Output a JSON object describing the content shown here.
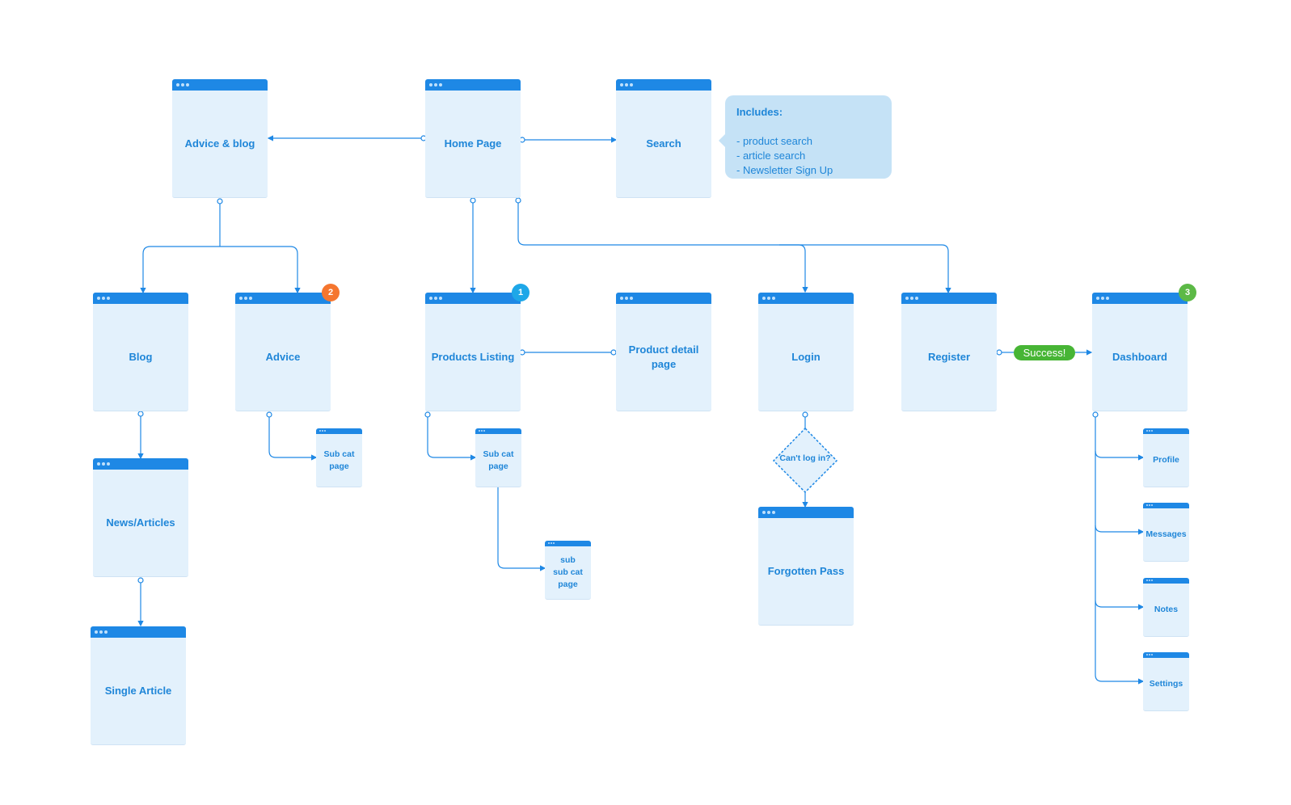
{
  "colors": {
    "wire": "#1e88e5",
    "page_fill": "#e3f1fc",
    "page_bar": "#1e88e5",
    "label": "#1f86d8",
    "callout_fill": "#c5e2f6",
    "success": "#47b535",
    "badge_1": "#1ea7e8",
    "badge_2": "#f5762f",
    "badge_3": "#5cb946"
  },
  "pages": {
    "advice_blog": "Advice & blog",
    "home": "Home Page",
    "search": "Search",
    "blog": "Blog",
    "advice": "Advice",
    "products_listing": "Products Listing",
    "product_detail": "Product detail page",
    "login": "Login",
    "register": "Register",
    "dashboard": "Dashboard",
    "news_articles": "News/Articles",
    "single_article": "Single Article",
    "advice_sub_cat": "Sub cat page",
    "products_sub_cat": "Sub cat page",
    "sub_sub_cat": "sub  sub cat page",
    "forgotten_pass": "Forgotten Pass",
    "profile": "Profile",
    "messages": "Messages",
    "notes": "Notes",
    "settings": "Settings"
  },
  "decision": "Can't log in?",
  "success_label": "Success!",
  "badges": {
    "advice": "2",
    "products_listing": "1",
    "dashboard": "3"
  },
  "callout": {
    "title": "Includes:",
    "items": [
      "- product search",
      "- article search",
      "- Newsletter Sign Up"
    ]
  }
}
